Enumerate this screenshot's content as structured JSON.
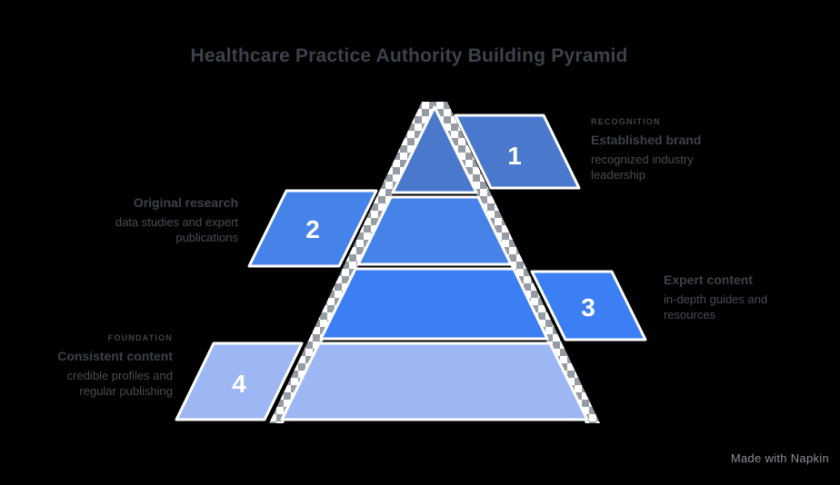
{
  "title": "Healthcare Practice Authority Building Pyramid",
  "watermark": "Made with Napkin",
  "colors": {
    "background": "#000000",
    "level1": "#4a78cc",
    "level2": "#4683e9",
    "level3": "#3c7ef4",
    "level4": "#9db7f4",
    "outline": "#ffffff",
    "number_text": "#ffffff",
    "title_text": "#3c414b",
    "label_text": "#3c414b",
    "desc_text": "#474c56",
    "watermark_text": "#8a8f98"
  },
  "pyramid": {
    "levels": [
      {
        "number": "1"
      },
      {
        "number": "2"
      },
      {
        "number": "3"
      },
      {
        "number": "4"
      }
    ]
  },
  "labels": {
    "level1": {
      "eyebrow": "RECOGNITION",
      "title": "Established brand",
      "desc": "recognized industry leadership"
    },
    "level2": {
      "title": "Original research",
      "desc": "data studies and expert publications"
    },
    "level3": {
      "title": "Expert content",
      "desc": "in-depth guides and resources"
    },
    "level4": {
      "eyebrow": "FOUNDATION",
      "title": "Consistent content",
      "desc": "credible profiles and regular publishing"
    }
  }
}
